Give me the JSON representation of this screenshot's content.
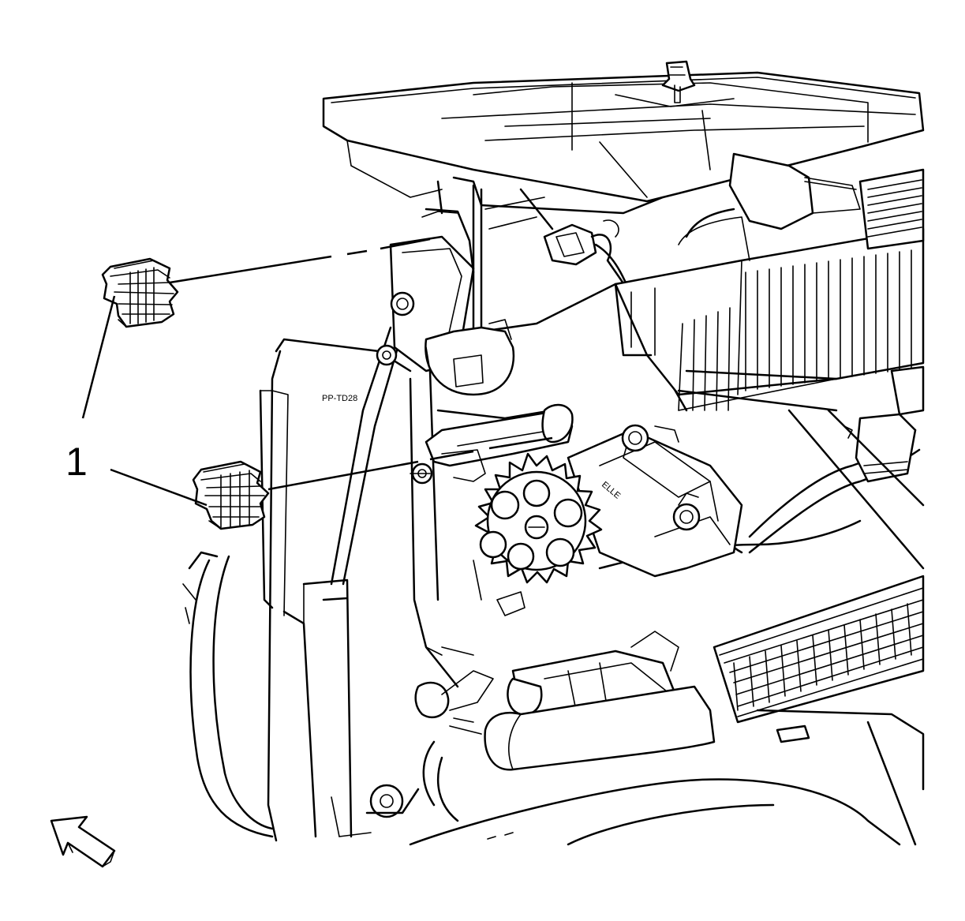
{
  "callouts": [
    {
      "label": "1"
    }
  ],
  "part_marking": "PP-TD28",
  "actuator_marking": "ELLE"
}
